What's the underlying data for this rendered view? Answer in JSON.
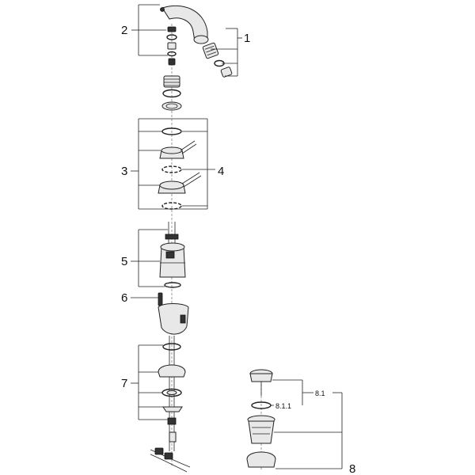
{
  "labels": {
    "part_1": "1",
    "part_2": "2",
    "part_3": "3",
    "part_4": "4",
    "part_5": "5",
    "part_6": "6",
    "part_7": "7",
    "part_8": "8",
    "part_8_1": "8.1",
    "part_8_1_1": "8.1.1"
  }
}
